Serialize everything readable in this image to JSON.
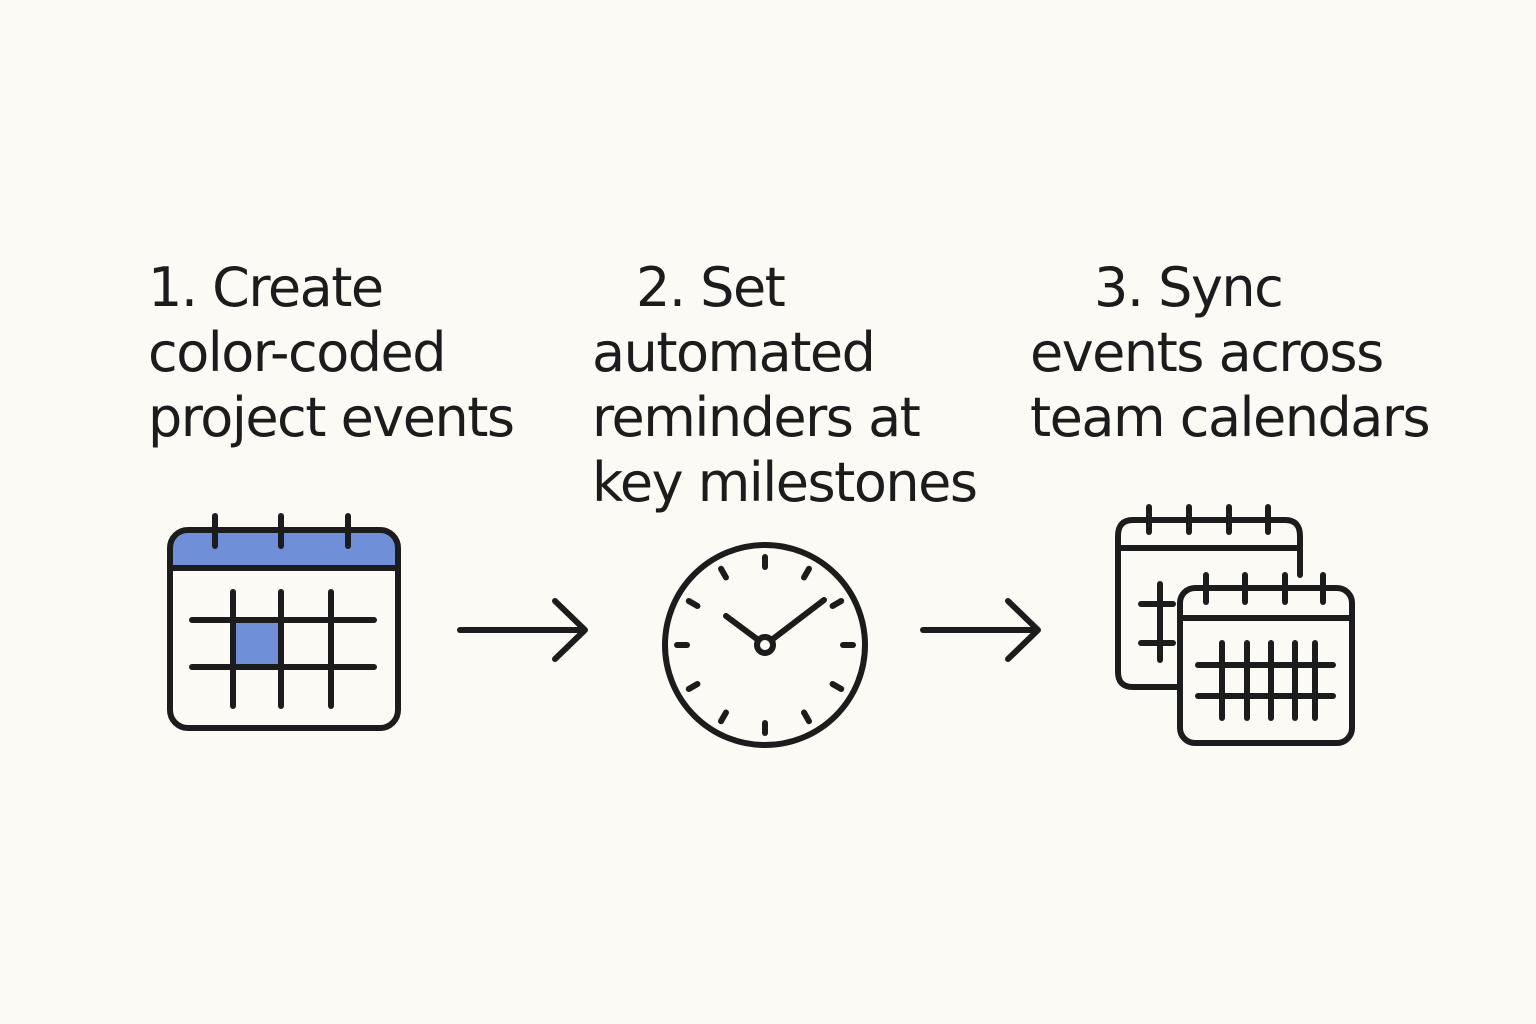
{
  "steps": [
    {
      "label_lines": [
        "1. Create",
        "color-coded",
        "project events"
      ],
      "icon": "calendar-icon"
    },
    {
      "label_lines": [
        "2. Set",
        "automated",
        "reminders at",
        "key milestones"
      ],
      "icon": "clock-icon"
    },
    {
      "label_lines": [
        "3. Sync",
        "events across",
        "team calendars"
      ],
      "icon": "calendars-icon"
    }
  ],
  "connectors": [
    "arrow-right-icon",
    "arrow-right-icon"
  ],
  "colors": {
    "background": "#fbfaf5",
    "ink": "#1c1c1c",
    "accent": "#6f8fd8"
  }
}
